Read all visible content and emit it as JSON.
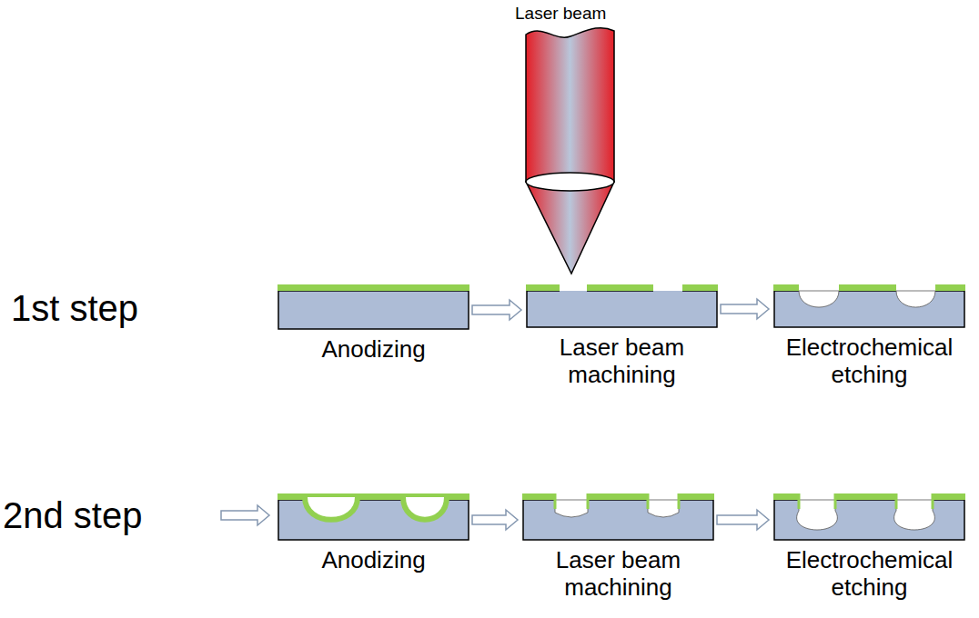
{
  "diagram": {
    "nodes": [
      {
        "text": [
          "Anodizing"
        ]
      },
      {
        "text": [
          "Laser beam machining"
        ]
      },
      {
        "text": [
          "Electrochemical etching"
        ]
      },
      {
        "text": [
          "Anodizing"
        ]
      },
      {
        "text": [
          "Laser beam machining"
        ]
      },
      {
        "text": [
          "Electrochemical etching"
        ]
      }
    ],
    "edges": [
      {
        "from": 0,
        "to": 1,
        "arrow": "to"
      },
      {
        "from": 1,
        "to": 2,
        "arrow": "to"
      },
      {
        "from": 3,
        "to": 4,
        "arrow": "to"
      },
      {
        "from": 4,
        "to": 5,
        "arrow": "to"
      }
    ],
    "labels": [
      "Laser beam",
      "1st step",
      "2nd step"
    ]
  }
}
